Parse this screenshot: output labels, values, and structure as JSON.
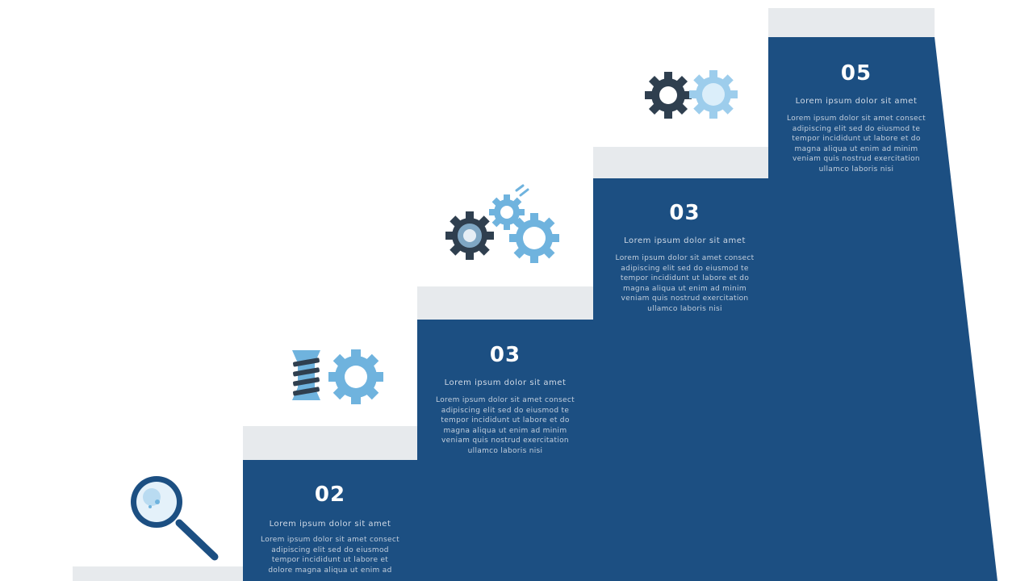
{
  "steps": [
    {
      "number": "",
      "icon": "magnifier-icon",
      "title": "",
      "body": []
    },
    {
      "number": "02",
      "icon": "magnifier-icon",
      "title": "Lorem ipsum dolor sit amet",
      "body": [
        "Lorem ipsum dolor sit amet consect",
        "adipiscing elit sed do eiusmod",
        "tempor incididunt ut labore et",
        "dolore magna aliqua ut enim ad"
      ]
    },
    {
      "number": "03",
      "icon": "screw-gear-icon",
      "title": "Lorem ipsum dolor sit amet",
      "body": [
        "Lorem ipsum dolor sit amet consect",
        "adipiscing elit sed do eiusmod te",
        "tempor incididunt ut labore et do",
        "magna aliqua ut enim ad minim",
        "veniam quis nostrud exercitation",
        "ullamco laboris nisi"
      ]
    },
    {
      "number": "03",
      "icon": "gears-cluster-icon",
      "title": "Lorem ipsum dolor sit amet",
      "body": [
        "Lorem ipsum dolor sit amet consect",
        "adipiscing elit sed do eiusmod te",
        "tempor incididunt ut labore et do",
        "magna aliqua ut enim ad minim",
        "veniam quis nostrud exercitation",
        "ullamco laboris nisi"
      ]
    },
    {
      "number": "05",
      "icon": "twin-gears-icon",
      "title": "Lorem ipsum dolor sit amet",
      "body": [
        "Lorem ipsum dolor sit amet consect",
        "adipiscing elit sed do eiusmod te",
        "tempor incididunt ut labore et do",
        "magna aliqua ut enim ad minim",
        "veniam quis nostrud exercitation",
        "ullamco laboris nisi"
      ]
    }
  ],
  "colors": {
    "step_fill": "#1c4f82",
    "step_top": "#e7eaed",
    "icon_dark": "#2f3f4f",
    "icon_light": "#6fb3de",
    "icon_pale": "#cfe6f5",
    "icon_navy": "#1c4f82"
  }
}
